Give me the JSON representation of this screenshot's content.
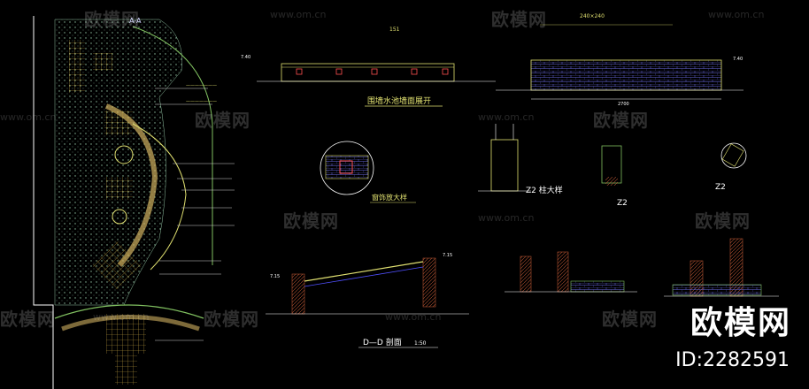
{
  "drawing": {
    "plan_title": "A-A",
    "titles": {
      "wall_elevation": "围墙水池墙面展开",
      "post_detail": "Z2 柱大样",
      "col_detail": "Z2",
      "plan_z2": "Z2",
      "section_dd": "D—D 剖面",
      "section_scale": "1:50",
      "window_detail": "窗饰放大样"
    },
    "dims": {
      "wall_total": "240×240",
      "wall_small": "151",
      "el_left": "7.40",
      "el_right": "7.40",
      "dd_left": "7.15",
      "dd_right": "7.15",
      "len": "2700"
    }
  },
  "watermarks": {
    "brand": "欧模网",
    "url": "www.om.cn",
    "id_label": "ID:2282591"
  }
}
